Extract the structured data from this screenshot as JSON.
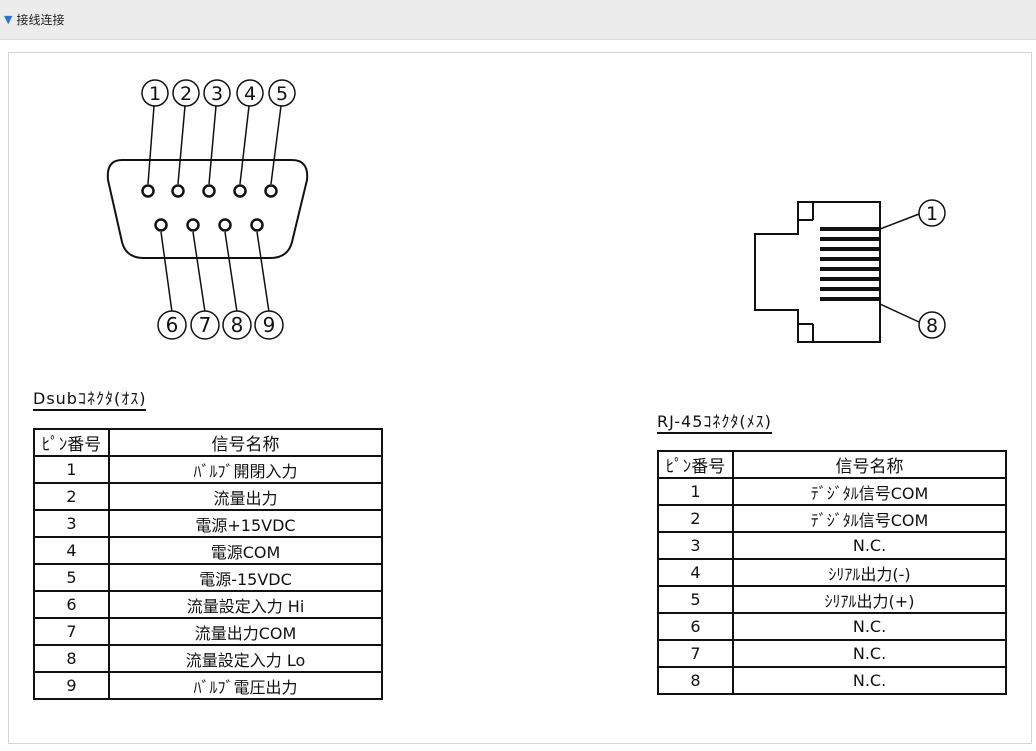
{
  "header": {
    "arrow_icon": "triangle-down-icon",
    "title": "接线连接",
    "accent": "#2a73c9"
  },
  "dsub": {
    "connector_title": "Dsubｺﾈｸﾀ(ｵｽ)",
    "pin_callouts_top": [
      "1",
      "2",
      "3",
      "4",
      "5"
    ],
    "pin_callouts_bottom": [
      "6",
      "7",
      "8",
      "9"
    ],
    "table": {
      "headers": [
        "ﾋﾟﾝ番号",
        "信号名称"
      ],
      "rows": [
        [
          "1",
          "ﾊﾞﾙﾌﾞ開閉入力"
        ],
        [
          "2",
          "流量出力"
        ],
        [
          "3",
          "電源+15VDC"
        ],
        [
          "4",
          "電源COM"
        ],
        [
          "5",
          "電源-15VDC"
        ],
        [
          "6",
          "流量設定入力 Hi"
        ],
        [
          "7",
          "流量出力COM"
        ],
        [
          "8",
          "流量設定入力 Lo"
        ],
        [
          "9",
          "ﾊﾞﾙﾌﾞ電圧出力"
        ]
      ]
    }
  },
  "rj45": {
    "connector_title": "RJ-45ｺﾈｸﾀ(ﾒｽ)",
    "pin_callouts": [
      "1",
      "8"
    ],
    "table": {
      "headers": [
        "ﾋﾟﾝ番号",
        "信号名称"
      ],
      "rows": [
        [
          "1",
          "ﾃﾞｼﾞﾀﾙ信号COM"
        ],
        [
          "2",
          "ﾃﾞｼﾞﾀﾙ信号COM"
        ],
        [
          "3",
          "N.C."
        ],
        [
          "4",
          "ｼﾘｱﾙ出力(-)"
        ],
        [
          "5",
          "ｼﾘｱﾙ出力(+)"
        ],
        [
          "6",
          "N.C."
        ],
        [
          "7",
          "N.C."
        ],
        [
          "8",
          "N.C."
        ]
      ]
    }
  }
}
